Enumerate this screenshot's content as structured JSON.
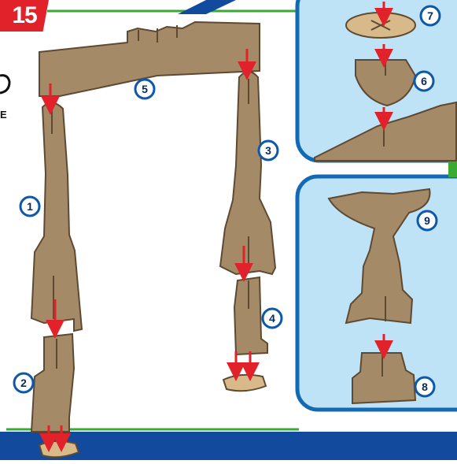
{
  "step": {
    "number": "15"
  },
  "left_fragment": {
    "text": "E"
  },
  "parts": {
    "p1": "1",
    "p2": "2",
    "p3": "3",
    "p4": "4",
    "p5": "5",
    "p6": "6",
    "p7": "7",
    "p8": "8",
    "p9": "9"
  },
  "colors": {
    "step_badge": "#e1222b",
    "wood": "#a58a67",
    "wood_edge": "#5e4a32",
    "panel_bg": "#bfe3f6",
    "panel_border": "#1469b4",
    "bottom_bar": "#124a9e",
    "arrow": "#e1222b",
    "number_ring": "#0d58a8"
  }
}
